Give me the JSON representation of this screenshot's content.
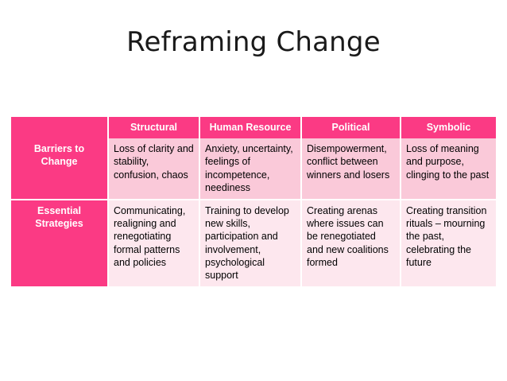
{
  "slide": {
    "title": "Reframing Change",
    "background_color": "#ffffff"
  },
  "theme": {
    "header_fill": "#FB3A84",
    "row_label_fill": "#FB3A84",
    "row_band_a_fill": "#FAC9D9",
    "row_band_b_fill": "#FDE7EE",
    "header_text_color": "#FFFFFF",
    "body_text_color": "#000000",
    "gridline_color": "#FFFFFF"
  },
  "table": {
    "corner_label": "",
    "columns": [
      "Structural",
      "Human Resource",
      "Political",
      "Symbolic"
    ],
    "rows": [
      {
        "label": "Barriers to Change",
        "cells": [
          "Loss of clarity and stability, confusion, chaos",
          "Anxiety, uncertainty, feelings of incompetence, neediness",
          "Disempowerment, conflict between winners and losers",
          "Loss of meaning and purpose, clinging to the past"
        ]
      },
      {
        "label": "Essential Strategies",
        "cells": [
          "Communicating, realigning and renegotiating formal patterns and policies",
          "Training to develop new skills, participation and involvement, psychological support",
          "Creating arenas where issues can be renegotiated and new coalitions formed",
          "Creating transition rituals – mourning the past, celebrating the future"
        ]
      }
    ]
  }
}
